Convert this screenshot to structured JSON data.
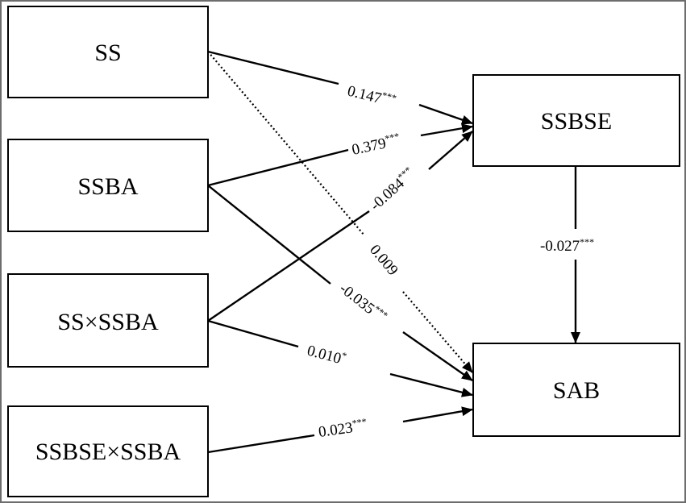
{
  "nodes": {
    "ss": "SS",
    "ssba": "SSBA",
    "ss_x_ssba": "SS×SSBA",
    "ssbse_x_ssba": "SSBSE×SSBA",
    "ssbse": "SSBSE",
    "sab": "SAB"
  },
  "paths": {
    "ss_ssbse": {
      "coef": "0.147",
      "sig": "***"
    },
    "ssba_ssbse": {
      "coef": "0.379",
      "sig": "***"
    },
    "ssxssba_ssbse": {
      "coef": "-0.084",
      "sig": "***"
    },
    "ss_sab": {
      "coef": "0.009",
      "sig": ""
    },
    "ssba_sab": {
      "coef": "-0.035",
      "sig": "***"
    },
    "ssxssba_sab": {
      "coef": "0.010",
      "sig": "*"
    },
    "ssbsexssba_sab": {
      "coef": "0.023",
      "sig": "***"
    },
    "ssbse_sab": {
      "coef": "-0.027",
      "sig": "***"
    }
  },
  "colors": {
    "line": "#000000",
    "frame": "#6d6d6d"
  }
}
